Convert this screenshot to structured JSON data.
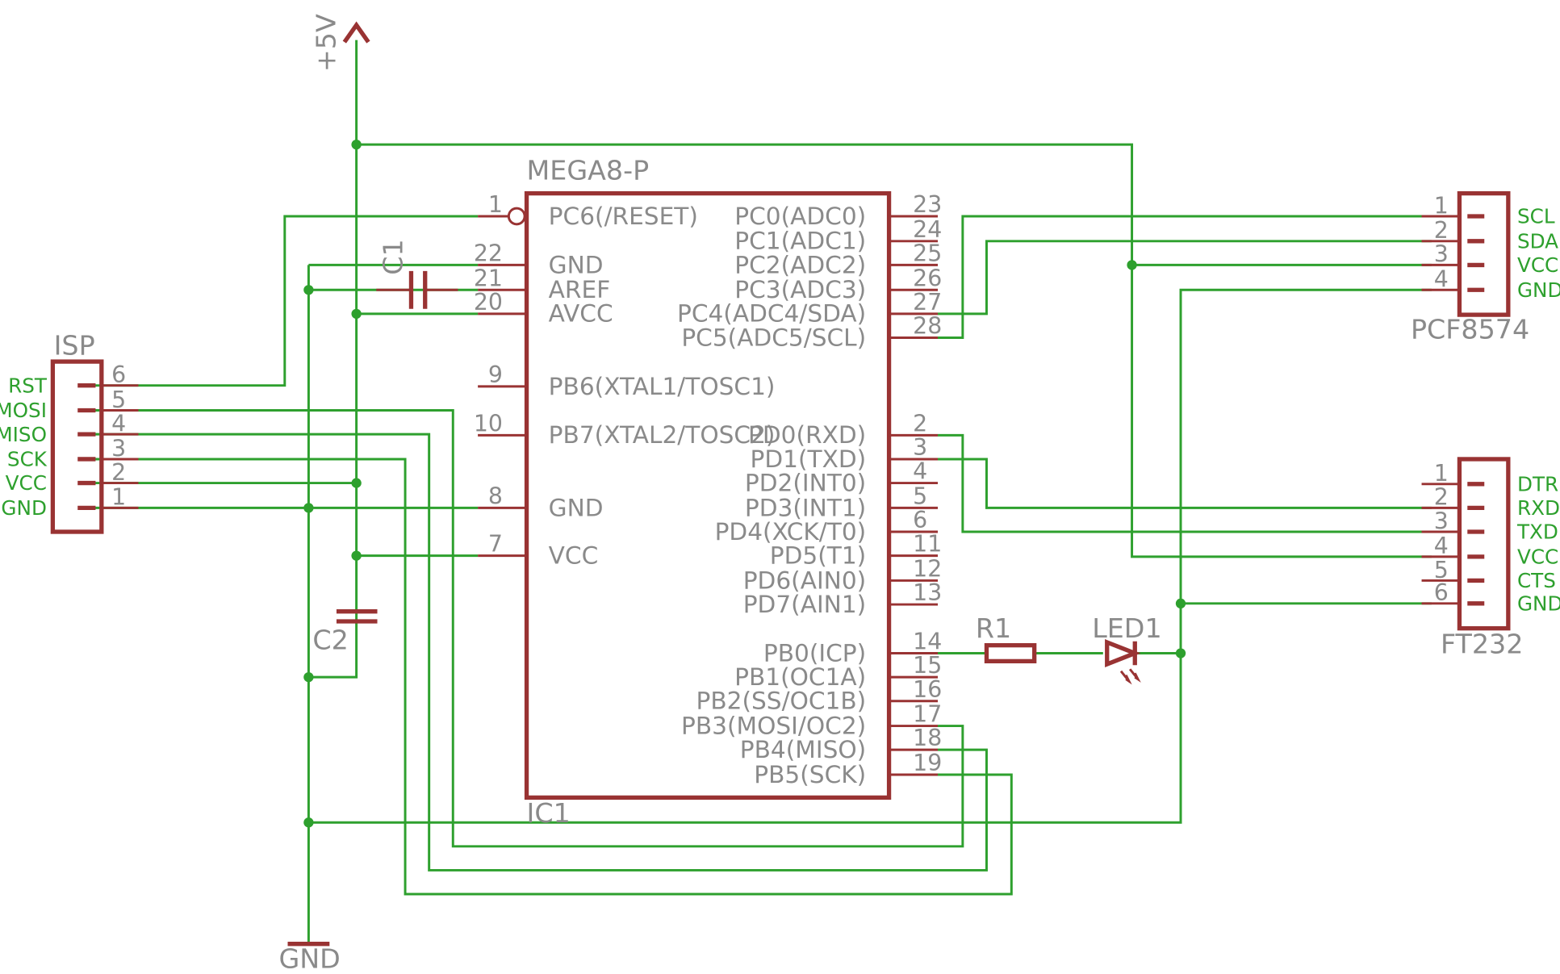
{
  "supply_label": "+5V",
  "ground_label": "GND",
  "ic1": {
    "part": "MEGA8-P",
    "ref": "IC1",
    "left_pins": [
      {
        "num": "1",
        "name": "PC6(/RESET)"
      },
      {
        "num": "22",
        "name": "GND"
      },
      {
        "num": "21",
        "name": "AREF"
      },
      {
        "num": "20",
        "name": "AVCC"
      },
      {
        "num": "9",
        "name": "PB6(XTAL1/TOSC1)"
      },
      {
        "num": "10",
        "name": "PB7(XTAL2/TOSC2)"
      },
      {
        "num": "8",
        "name": "GND"
      },
      {
        "num": "7",
        "name": "VCC"
      }
    ],
    "right_pins": [
      {
        "num": "23",
        "name": "PC0(ADC0)"
      },
      {
        "num": "24",
        "name": "PC1(ADC1)"
      },
      {
        "num": "25",
        "name": "PC2(ADC2)"
      },
      {
        "num": "26",
        "name": "PC3(ADC3)"
      },
      {
        "num": "27",
        "name": "PC4(ADC4/SDA)"
      },
      {
        "num": "28",
        "name": "PC5(ADC5/SCL)"
      },
      {
        "num": "2",
        "name": "PD0(RXD)"
      },
      {
        "num": "3",
        "name": "PD1(TXD)"
      },
      {
        "num": "4",
        "name": "PD2(INT0)"
      },
      {
        "num": "5",
        "name": "PD3(INT1)"
      },
      {
        "num": "6",
        "name": "PD4(XCK/T0)"
      },
      {
        "num": "11",
        "name": "PD5(T1)"
      },
      {
        "num": "12",
        "name": "PD6(AIN0)"
      },
      {
        "num": "13",
        "name": "PD7(AIN1)"
      },
      {
        "num": "14",
        "name": "PB0(ICP)"
      },
      {
        "num": "15",
        "name": "PB1(OC1A)"
      },
      {
        "num": "16",
        "name": "PB2(SS/OC1B)"
      },
      {
        "num": "17",
        "name": "PB3(MOSI/OC2)"
      },
      {
        "num": "18",
        "name": "PB4(MISO)"
      },
      {
        "num": "19",
        "name": "PB5(SCK)"
      }
    ]
  },
  "isp": {
    "ref": "ISP",
    "pins": [
      {
        "num": "6",
        "signal": "RST"
      },
      {
        "num": "5",
        "signal": "MOSI"
      },
      {
        "num": "4",
        "signal": "MISO"
      },
      {
        "num": "3",
        "signal": "SCK"
      },
      {
        "num": "2",
        "signal": "VCC"
      },
      {
        "num": "1",
        "signal": "GND"
      }
    ]
  },
  "pcf8574": {
    "ref": "PCF8574",
    "pins": [
      {
        "num": "1",
        "signal": "SCL"
      },
      {
        "num": "2",
        "signal": "SDA"
      },
      {
        "num": "3",
        "signal": "VCC"
      },
      {
        "num": "4",
        "signal": "GND"
      }
    ]
  },
  "ft232": {
    "ref": "FT232",
    "pins": [
      {
        "num": "1",
        "signal": "DTR"
      },
      {
        "num": "2",
        "signal": "RXD"
      },
      {
        "num": "3",
        "signal": "TXD"
      },
      {
        "num": "4",
        "signal": "VCC"
      },
      {
        "num": "5",
        "signal": "CTS"
      },
      {
        "num": "6",
        "signal": "GND"
      }
    ]
  },
  "c1": {
    "ref": "C1"
  },
  "c2": {
    "ref": "C2"
  },
  "r1": {
    "ref": "R1"
  },
  "led1": {
    "ref": "LED1"
  }
}
